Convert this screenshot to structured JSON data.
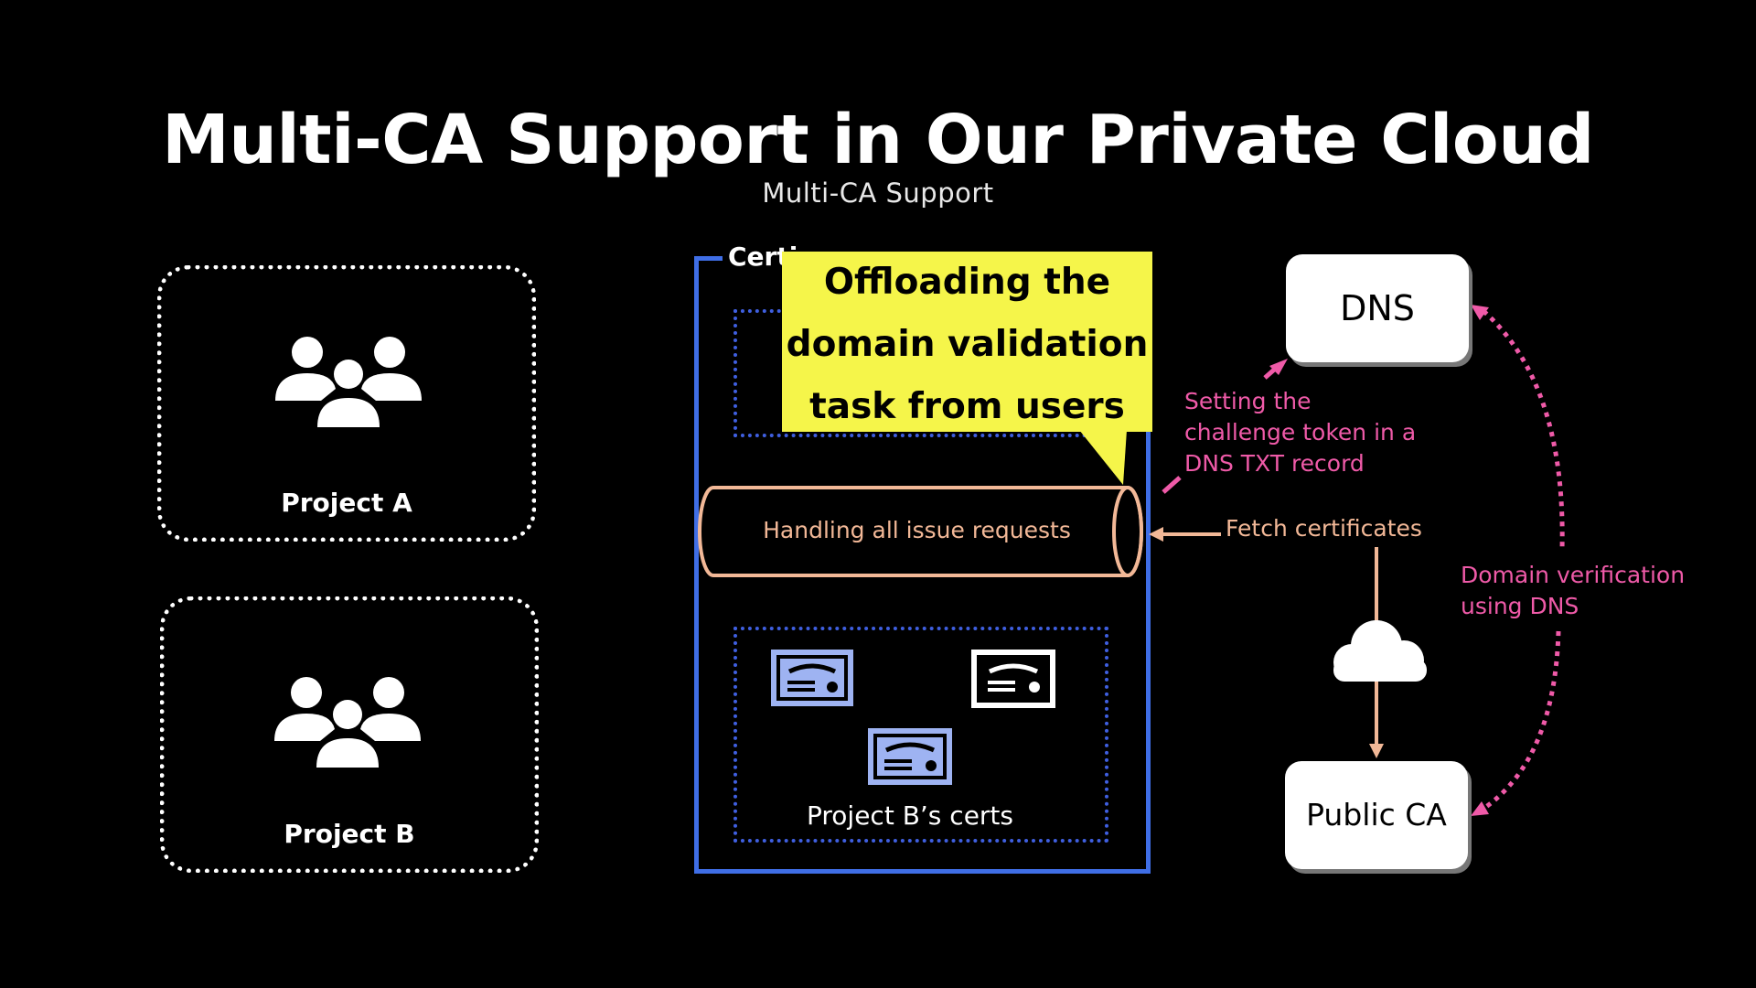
{
  "slide": {
    "title": "Multi-CA Support in Our Private Cloud",
    "subtitle": "Multi-CA Support"
  },
  "projects": [
    {
      "label": "Project A",
      "icon": "people-group-icon"
    },
    {
      "label": "Project B",
      "icon": "people-group-icon"
    }
  ],
  "cert_manager": {
    "label_visible": "Certi",
    "pipe_label": "Handling all issue requests",
    "certs_label": "Project B’s certs",
    "cert_icons": [
      "certificate-icon",
      "certificate-icon",
      "certificate-icon"
    ]
  },
  "callout": {
    "lines": [
      "Offloading the",
      "domain validation",
      "task from users"
    ]
  },
  "external": {
    "dns": "DNS",
    "public_ca": "Public CA",
    "challenge_note": "Setting the challenge token in a DNS TXT record",
    "fetch_note": "Fetch certificates",
    "domain_verification_note": "Domain verification using DNS",
    "cloud_icon": "cloud-icon"
  },
  "colors": {
    "background": "#000000",
    "container_blue": "#3f6ee6",
    "dotted_blue": "#3f5fe0",
    "callout_yellow": "#f5f54a",
    "pipe_orange": "#f2b897",
    "pink_accent": "#ef5aa8",
    "cert_fill": "#9eb3f2"
  }
}
